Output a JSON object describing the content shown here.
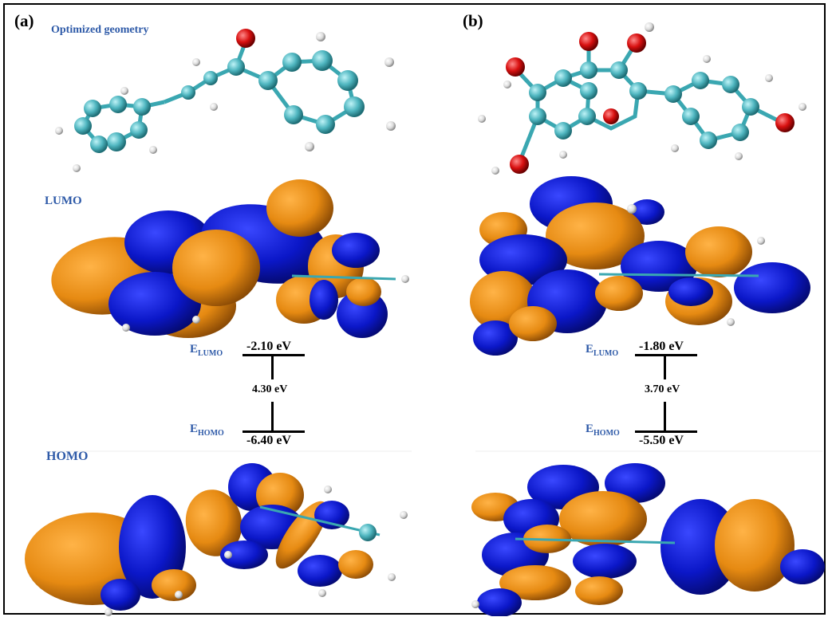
{
  "panels": {
    "a": {
      "label": "(a)",
      "geometry_label": "Optimized geometry",
      "lumo_label": "LUMO",
      "homo_label": "HOMO",
      "e_lumo_name": "E",
      "e_lumo_sub": "LUMO",
      "e_homo_name": "E",
      "e_homo_sub": "HOMO",
      "e_lumo_value": "-2.10 eV",
      "e_homo_value": "-6.40 eV",
      "gap_value": "4.30 eV"
    },
    "b": {
      "label": "(b)",
      "e_lumo_name": "E",
      "e_lumo_sub": "LUMO",
      "e_homo_name": "E",
      "e_homo_sub": "HOMO",
      "e_lumo_value": "-1.80 eV",
      "e_homo_value": "-5.50 eV",
      "gap_value": "3.70 eV"
    }
  },
  "colors": {
    "orbital_blue": "#0b17c8",
    "orbital_orange": "#e68a12",
    "carbon": "#4fb6c0",
    "oxygen": "#d81010",
    "hydrogen": "#e8e8e8",
    "label_blue": "#2e5aa8"
  }
}
